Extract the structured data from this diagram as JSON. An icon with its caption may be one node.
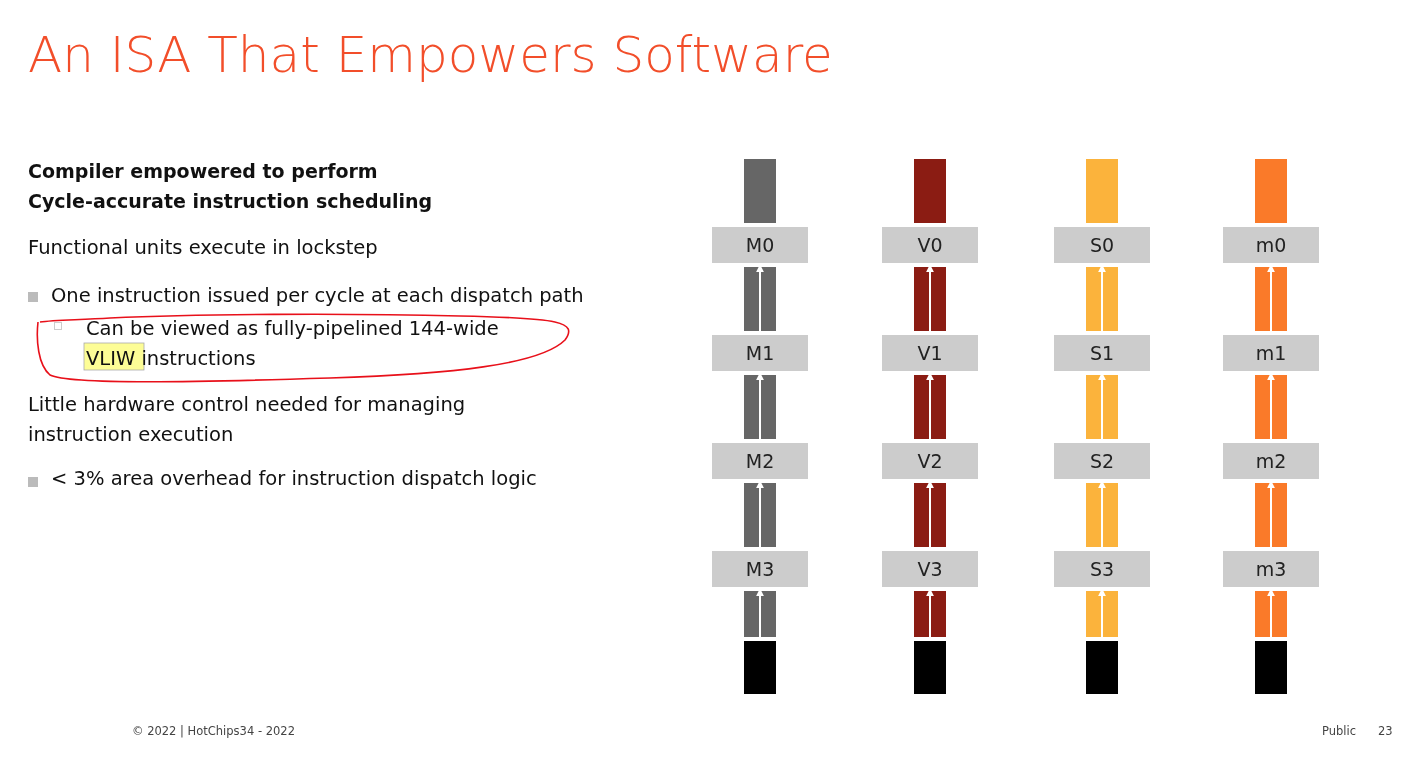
{
  "diagram": {
    "title": "An ISA That Empowers Software",
    "nodes": [
      {
        "text": [],
        "shape": "bar"
      },
      {
        "text": [],
        "shape": "bar"
      },
      {
        "text": [],
        "shape": "bar"
      },
      {
        "text": [],
        "shape": "bar"
      },
      {
        "text": [
          "M0"
        ]
      },
      {
        "text": [
          "V0"
        ]
      },
      {
        "text": [
          "S0"
        ]
      },
      {
        "text": [
          "m0"
        ]
      },
      {
        "text": [
          "M1"
        ]
      },
      {
        "text": [
          "V1"
        ]
      },
      {
        "text": [
          "S1"
        ]
      },
      {
        "text": [
          "m1"
        ]
      },
      {
        "text": [
          "M2"
        ]
      },
      {
        "text": [
          "V2"
        ]
      },
      {
        "text": [
          "S2"
        ]
      },
      {
        "text": [
          "m2"
        ]
      },
      {
        "text": [
          "M3"
        ]
      },
      {
        "text": [
          "V3"
        ]
      },
      {
        "text": [
          "S3"
        ]
      },
      {
        "text": [
          "m3"
        ]
      },
      {
        "text": [],
        "shape": "bar"
      },
      {
        "text": [],
        "shape": "bar"
      },
      {
        "text": [],
        "shape": "bar"
      },
      {
        "text": [],
        "shape": "bar"
      }
    ],
    "edges": [
      {
        "from": 20,
        "to": 16,
        "arrow": "to"
      },
      {
        "from": 16,
        "to": 12,
        "arrow": "to"
      },
      {
        "from": 12,
        "to": 8,
        "arrow": "to"
      },
      {
        "from": 8,
        "to": 4,
        "arrow": "to"
      },
      {
        "from": 21,
        "to": 17,
        "arrow": "to"
      },
      {
        "from": 17,
        "to": 13,
        "arrow": "to"
      },
      {
        "from": 13,
        "to": 9,
        "arrow": "to"
      },
      {
        "from": 9,
        "to": 5,
        "arrow": "to"
      },
      {
        "from": 22,
        "to": 18,
        "arrow": "to"
      },
      {
        "from": 18,
        "to": 14,
        "arrow": "to"
      },
      {
        "from": 14,
        "to": 10,
        "arrow": "to"
      },
      {
        "from": 10,
        "to": 6,
        "arrow": "to"
      },
      {
        "from": 23,
        "to": 19,
        "arrow": "to"
      },
      {
        "from": 19,
        "to": 15,
        "arrow": "to"
      },
      {
        "from": 15,
        "to": 11,
        "arrow": "to"
      },
      {
        "from": 11,
        "to": 7,
        "arrow": "to"
      }
    ],
    "labels": [
      "Compiler empowered to perform",
      "Cycle-accurate instruction scheduling",
      "Functional units execute in lockstep",
      "One instruction issued per cycle at each dispatch path",
      "Can be viewed as fully-pipelined 144-wide VLIW instructions",
      "Little hardware control needed for managing instruction execution",
      "< 3% area overhead for instruction dispatch logic",
      "© 2022 | HotChips34 - 2022",
      "Public",
      "23"
    ]
  }
}
